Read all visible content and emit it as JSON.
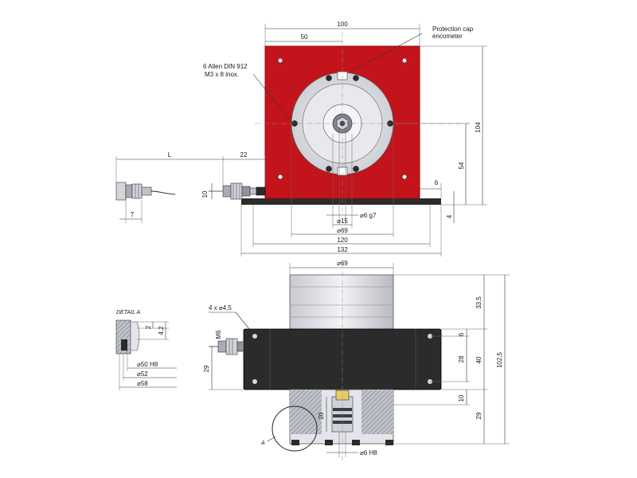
{
  "colors": {
    "housing_red": "#c4141b",
    "housing_red_dark": "#8e0d12",
    "body_black": "#2b2b2b",
    "flange_gray": "#e6e6ea",
    "steel": "#a8adb5"
  },
  "top_view": {
    "dims": {
      "width_100": "100",
      "half_50": "50",
      "height_104": "104",
      "center_54": "54",
      "base_6": "6",
      "base_4": "4",
      "cable_L": "L",
      "cable_22": "22",
      "cable_10": "10",
      "nut_7": "7",
      "dia_6g7": "⌀6 g7",
      "dia_15": "⌀15",
      "dia_69": "⌀69",
      "base_120": "120",
      "base_132": "132"
    },
    "callouts": {
      "allen_line1": "6 Allen DIN 912",
      "allen_line2": "M3 x 8 inox.",
      "cap_line1": "Protection cap",
      "cap_line2": "encometer"
    }
  },
  "bottom_view": {
    "dims": {
      "dia_69": "⌀69",
      "holes": "4 x ⌀4,5",
      "thread_m6": "M6",
      "h_29_left": "29",
      "h_33_5": "33,5",
      "h_6": "6",
      "h_28": "28",
      "h_40": "40",
      "h_102_5": "102,5",
      "h_10": "10",
      "h_29_right": "29",
      "h_20": "20",
      "dia_6h8": "⌀6 H8"
    },
    "detail_marker": "A"
  },
  "detail_a": {
    "title": "DETAIL A",
    "dim_2": "2",
    "dim_4_2": "4,2",
    "dia_50h8": "⌀50 H8",
    "dia_52": "⌀52",
    "dia_58": "⌀58"
  }
}
